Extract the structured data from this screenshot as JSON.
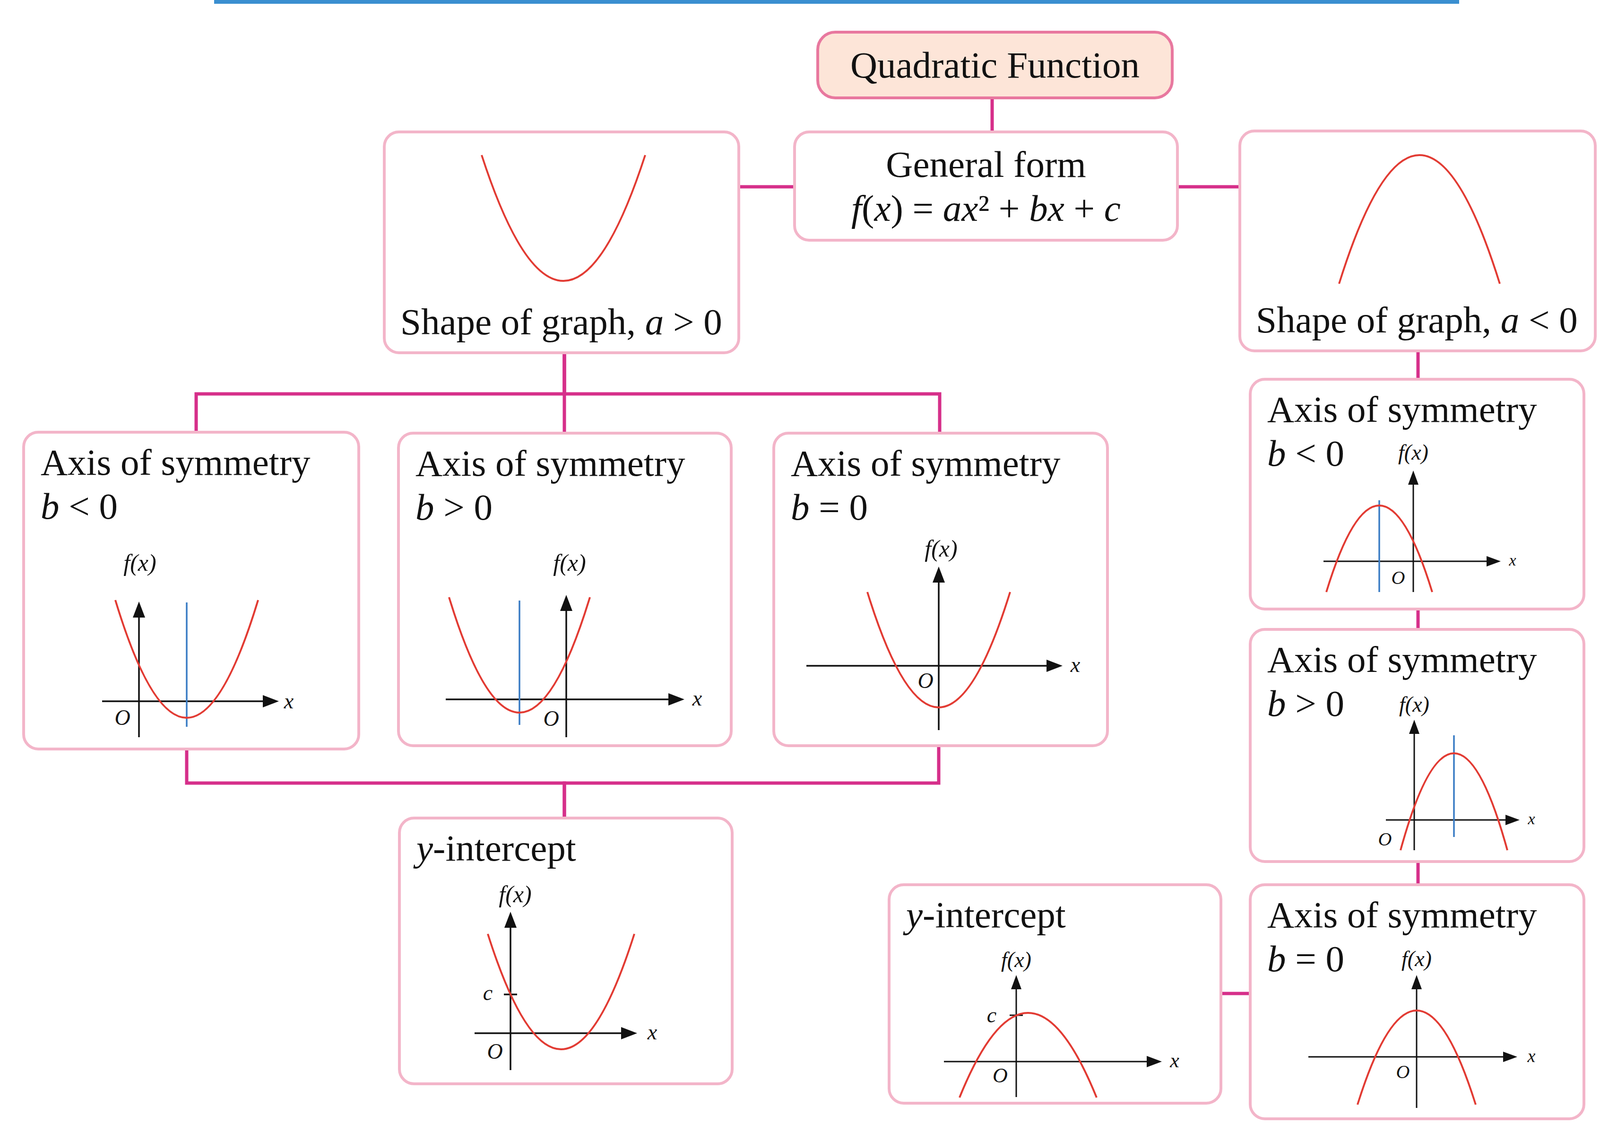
{
  "diagram": {
    "nodes": [
      {
        "text": [
          "Quadratic Function"
        ]
      },
      {
        "text": [
          "General form",
          "f(x) = ax² + bx + c"
        ]
      },
      {
        "text": [
          "Shape of graph, a > 0"
        ]
      },
      {
        "text": [
          "Shape of graph, a < 0"
        ]
      },
      {
        "text": [
          "Axis of symmetry",
          "b < 0"
        ]
      },
      {
        "text": [
          "Axis of symmetry",
          "b > 0"
        ]
      },
      {
        "text": [
          "Axis of symmetry",
          "b = 0"
        ]
      },
      {
        "text": [
          "y-intercept"
        ]
      },
      {
        "text": [
          "Axis of symmetry",
          "b < 0"
        ]
      },
      {
        "text": [
          "Axis of symmetry",
          "b > 0"
        ]
      },
      {
        "text": [
          "Axis of symmetry",
          "b = 0"
        ]
      },
      {
        "text": [
          "y-intercept"
        ]
      }
    ],
    "edges": [
      {
        "from": 0,
        "to": 1,
        "arrow": "none"
      },
      {
        "from": 1,
        "to": 2,
        "arrow": "none"
      },
      {
        "from": 1,
        "to": 3,
        "arrow": "none"
      },
      {
        "from": 2,
        "to": 4,
        "arrow": "none"
      },
      {
        "from": 2,
        "to": 5,
        "arrow": "none"
      },
      {
        "from": 2,
        "to": 6,
        "arrow": "none"
      },
      {
        "from": 4,
        "to": 7,
        "arrow": "none"
      },
      {
        "from": 6,
        "to": 7,
        "arrow": "none"
      },
      {
        "from": 3,
        "to": 8,
        "arrow": "none"
      },
      {
        "from": 8,
        "to": 9,
        "arrow": "none"
      },
      {
        "from": 9,
        "to": 10,
        "arrow": "none"
      },
      {
        "from": 10,
        "to": 11,
        "arrow": "none"
      }
    ],
    "labels": [
      "f(x)",
      "O",
      "x",
      "f(x)",
      "O",
      "x",
      "f(x)",
      "O",
      "x",
      "f(x)",
      "c",
      "O",
      "x",
      "f(x)",
      "O",
      "x",
      "f(x)",
      "O",
      "x",
      "f(x)",
      "O",
      "x",
      "f(x)",
      "c",
      "O",
      "x"
    ]
  }
}
